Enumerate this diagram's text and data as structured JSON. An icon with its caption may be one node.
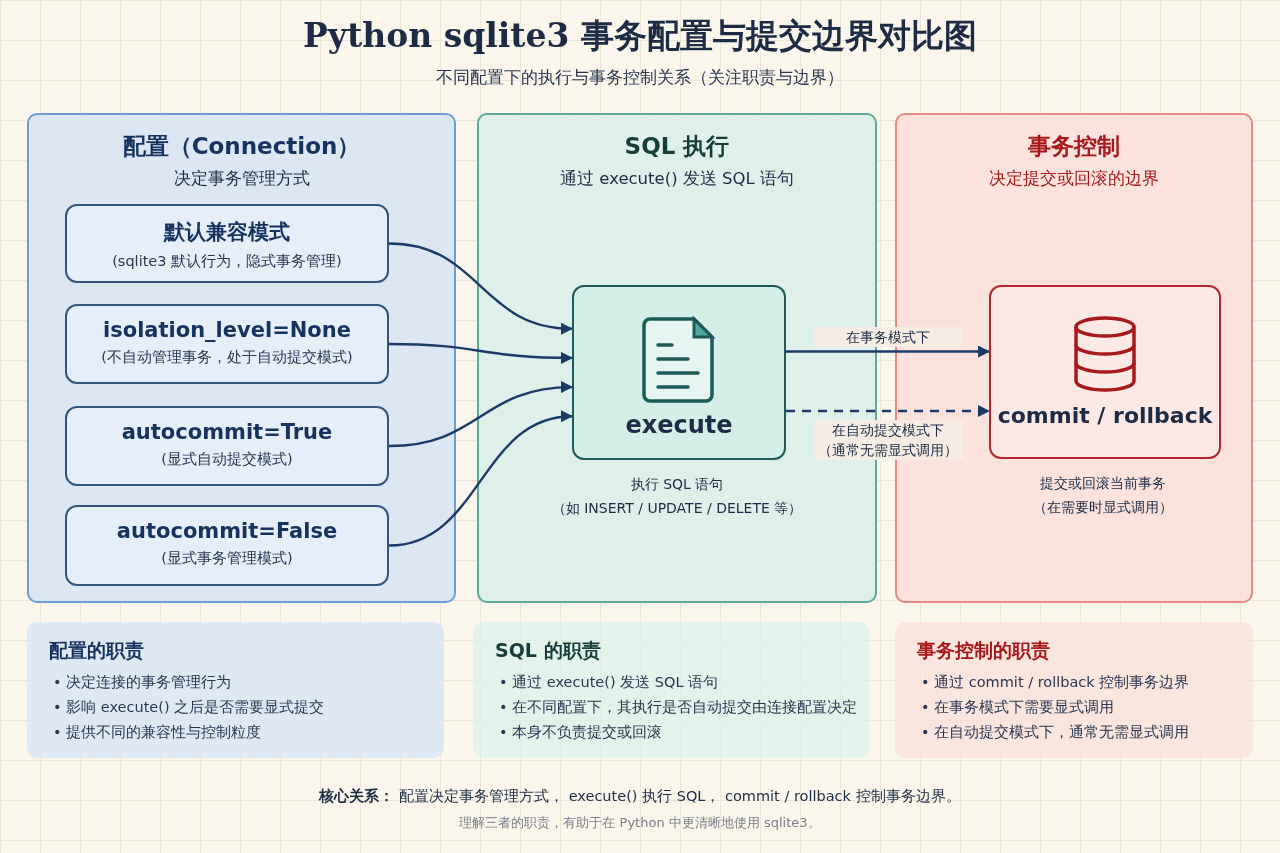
{
  "diagram": {
    "title": "Python sqlite3 事务配置与提交边界对比图",
    "nodes": [
      {
        "text": [
          "配置（Connection）",
          "决定事务管理方式"
        ]
      },
      {
        "text": [
          "默认兼容模式",
          "(sqlite3 默认行为，隐式事务管理)"
        ],
        "in": 0
      },
      {
        "text": [
          "isolation_level=None",
          "(不自动管理事务，处于自动提交模式)"
        ],
        "in": 0
      },
      {
        "text": [
          "autocommit=True",
          "(显式自动提交模式)"
        ],
        "in": 0
      },
      {
        "text": [
          "autocommit=False",
          "(显式事务管理模式)"
        ],
        "in": 0
      },
      {
        "text": [
          "SQL 执行",
          "通过 execute() 发送 SQL 语句"
        ]
      },
      {
        "text": [
          "execute"
        ],
        "in": 5,
        "beside": [
          "执行 SQL 语句",
          "（如 INSERT / UPDATE / DELETE 等）"
        ]
      },
      {
        "text": [
          "事务控制",
          "决定提交或回滚的边界"
        ]
      },
      {
        "text": [
          "commit / rollback"
        ],
        "in": 7,
        "beside": [
          "提交或回滚当前事务",
          "（在需要时显式调用）"
        ]
      },
      {
        "text": [
          "配置的职责",
          "• 决定连接的事务管理行为",
          "• 影响 execute() 之后是否需要显式提交",
          "• 提供不同的兼容性与控制粒度"
        ]
      },
      {
        "text": [
          "SQL 的职责",
          "• 通过 execute() 发送 SQL 语句",
          "• 在不同配置下，其执行是否自动提交由连接配置决定",
          "• 本身不负责提交或回滚"
        ]
      },
      {
        "text": [
          "事务控制的职责",
          "• 通过 commit / rollback 控制事务边界",
          "• 在事务模式下需要显式调用",
          "• 在自动提交模式下，通常无需显式调用"
        ]
      }
    ],
    "edges": [
      {
        "from": 1,
        "to": 6,
        "arrow": "to"
      },
      {
        "from": 2,
        "to": 6,
        "arrow": "to"
      },
      {
        "from": 3,
        "to": 6,
        "arrow": "to"
      },
      {
        "from": 4,
        "to": 6,
        "arrow": "to"
      },
      {
        "from": 6,
        "to": 8,
        "arrow": "to",
        "label": "在事务模式下"
      },
      {
        "from": 6,
        "to": 8,
        "arrow": "to",
        "label": "在自动提交模式下（通常无需显式调用）",
        "style": "dashed"
      }
    ],
    "labels": [
      "不同配置下的执行与事务控制关系（关注职责与边界）",
      "**核心关系：** 配置决定事务管理方式， execute() 执行 SQL， commit / rollback 控制事务边界。",
      "理解三者的职责，有助于在 Python 中更清晰地使用 sqlite3。"
    ]
  }
}
